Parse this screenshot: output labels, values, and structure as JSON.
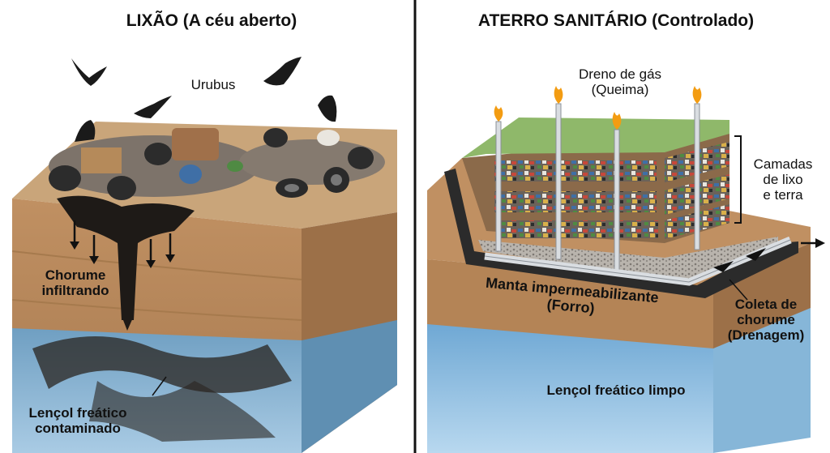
{
  "left_panel": {
    "title": "LIXÃO (A céu aberto)",
    "birds_label": "Urubus",
    "leachate_label_line1": "Chorume",
    "leachate_label_line2": "infiltrando",
    "groundwater_label_line1": "Lençol freático",
    "groundwater_label_line2": "contaminado"
  },
  "right_panel": {
    "title": "ATERRO SANITÁRIO (Controlado)",
    "gas_label_line1": "Dreno de gás",
    "gas_label_line2": "(Queima)",
    "layers_label_line1": "Camadas",
    "layers_label_line2": "de lixo",
    "layers_label_line3": "e terra",
    "liner_label_line1": "Manta impermeabilizante",
    "liner_label_line2": "(Forro)",
    "collection_label_line1": "Coleta de",
    "collection_label_line2": "chorume",
    "collection_label_line3": "(Drenagem)",
    "groundwater_label": "Lençol freático limpo"
  },
  "colors": {
    "soil_top": "#c9a57a",
    "soil_front": "#b98c5e",
    "soil_side": "#9c7048",
    "water": "#7fb3d5",
    "leachate": "#1e1a17",
    "grass": "#8fb86a",
    "liner": "#2b2b2b",
    "pipe": "#d9dde1",
    "flame": "#f39c12"
  }
}
